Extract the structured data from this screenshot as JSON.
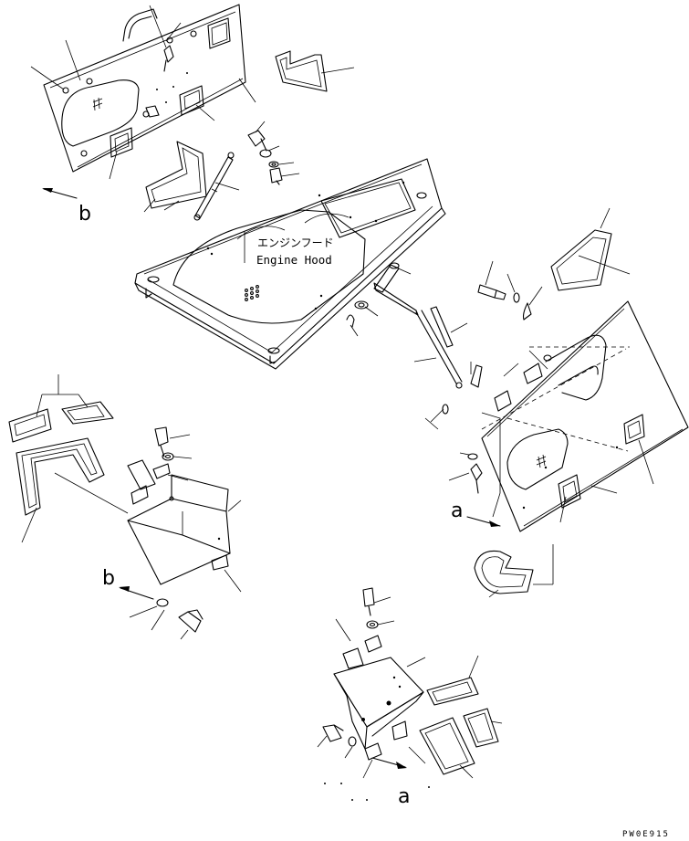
{
  "labels": {
    "hood_jp": "エンジンフード",
    "hood_en": "Engine Hood",
    "view_a_letter": "a",
    "view_b_letter": "b",
    "drawing_id": "PW0E915"
  },
  "icons": [
    "arrow-a-icon",
    "arrow-b-icon",
    "grille-icon"
  ]
}
